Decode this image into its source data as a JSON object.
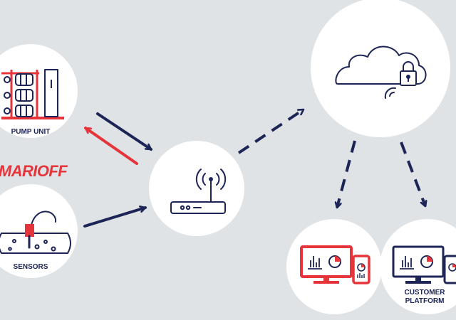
{
  "nodes": {
    "pump_unit": {
      "label": "PUMP UNIT"
    },
    "sensors": {
      "label": "SENSORS"
    },
    "gateway": {
      "label": ""
    },
    "cloud": {
      "label": ""
    },
    "monitor_left": {
      "label": ""
    },
    "customer_platform": {
      "label_line1": "CUSTOMER",
      "label_line2": "PLATFORM"
    }
  },
  "brand": {
    "logo_text": "MARIOFF"
  },
  "colors": {
    "background": "#dfe3e6",
    "node_fill": "#ffffff",
    "navy": "#1d2456",
    "red": "#e5343a"
  }
}
